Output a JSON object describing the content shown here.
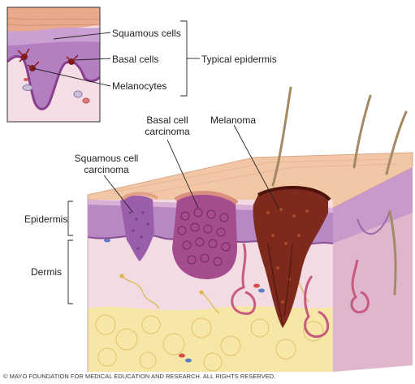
{
  "inset": {
    "labels": {
      "squamous_cells": "Squamous cells",
      "basal_cells": "Basal cells",
      "melanocytes": "Melanocytes"
    },
    "group_label": "Typical epidermis"
  },
  "main": {
    "labels": {
      "basal_cell_carcinoma_line1": "Basal cell",
      "basal_cell_carcinoma_line2": "carcinoma",
      "melanoma": "Melanoma",
      "squamous_cell_carcinoma_line1": "Squamous cell",
      "squamous_cell_carcinoma_line2": "carcinoma",
      "epidermis": "Epidermis",
      "dermis": "Dermis"
    }
  },
  "copyright": "© MAYO FOUNDATION FOR MEDICAL EDUCATION AND RESEARCH. ALL RIGHTS RESERVED.",
  "colors": {
    "surface": "#f2c7a6",
    "epidermis": "#b888c2",
    "dermis": "#f3dbe3",
    "fat": "#f6e7a6",
    "melanoma": "#7d2a1c",
    "basal": "#a54c8e",
    "squamous": "#9a5eaa",
    "hair": "#a48a62"
  }
}
